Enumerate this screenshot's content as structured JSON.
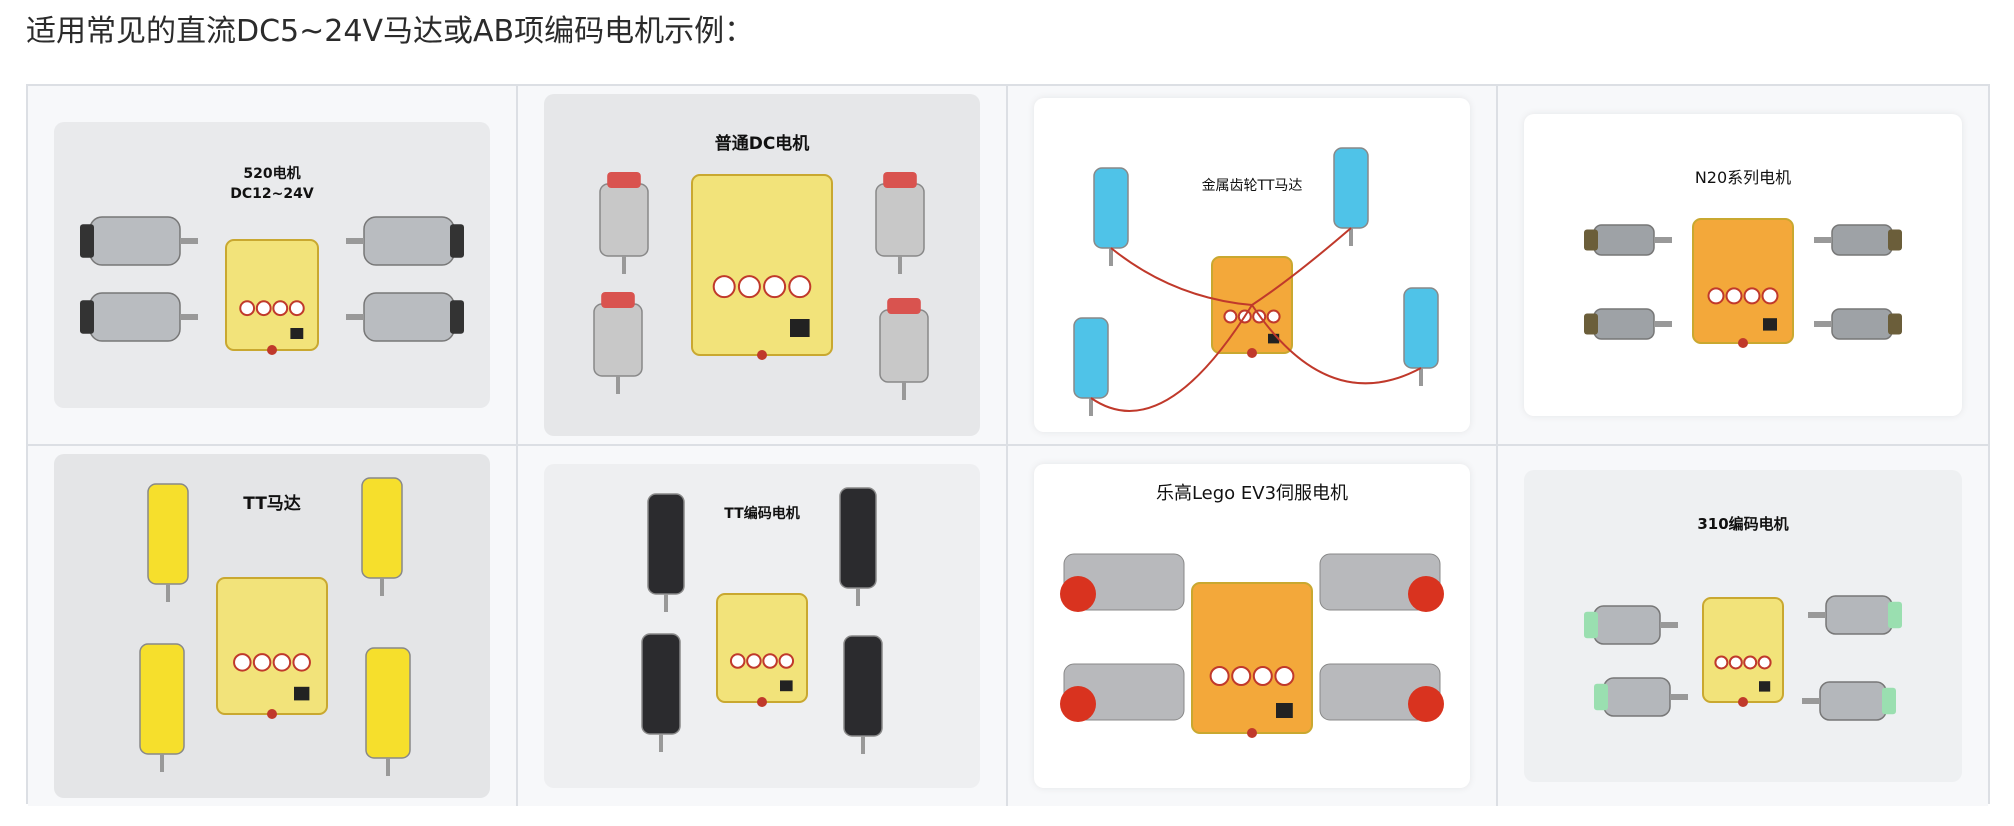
{
  "heading": "适用常见的直流DC5~24V马达或AB项编码电机示例：",
  "panels": [
    {
      "caption": "520电机\nDC12~24V",
      "motor": "metal-gearmotor",
      "bg": "#e9eaec",
      "board": "#f2e37a"
    },
    {
      "caption": "普通DC电机",
      "motor": "dc-motor",
      "bg": "#e6e7e9",
      "board": "#f2e37a"
    },
    {
      "caption": "金属齿轮TT马达",
      "motor": "blue-tt-motor",
      "bg": "#ffffff",
      "board": "#f3a83a"
    },
    {
      "caption": "N20系列电机",
      "motor": "n20-motor",
      "bg": "#ffffff",
      "board": "#f3a83a"
    },
    {
      "caption": "TT马达",
      "motor": "yellow-tt-motor",
      "bg": "#e4e5e7",
      "board": "#f2e37a"
    },
    {
      "caption": "TT编码电机",
      "motor": "black-tt-encoder-motor",
      "bg": "#eeeff1",
      "board": "#f2e37a"
    },
    {
      "caption": "乐高Lego EV3伺服电机",
      "motor": "lego-ev3-servo",
      "bg": "#ffffff",
      "board": "#f3a83a"
    },
    {
      "caption": "310编码电机",
      "motor": "310-encoder-motor",
      "bg": "#eef0f2",
      "board": "#f2e37a"
    }
  ]
}
